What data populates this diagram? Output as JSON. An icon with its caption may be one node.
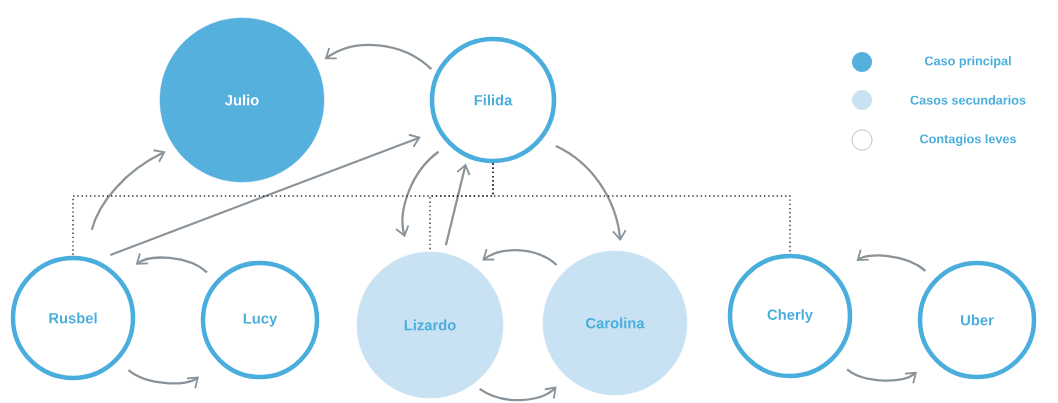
{
  "diagram": {
    "nodes": [
      {
        "text": [
          "Julio"
        ]
      },
      {
        "text": [
          "Filida"
        ]
      },
      {
        "text": [
          "Rusbel"
        ]
      },
      {
        "text": [
          "Lucy"
        ]
      },
      {
        "text": [
          "Lizardo"
        ]
      },
      {
        "text": [
          "Carolina"
        ]
      },
      {
        "text": [
          "Cherly"
        ]
      },
      {
        "text": [
          "Uber"
        ]
      }
    ],
    "edges": [
      {
        "from": 1,
        "to": 0,
        "arrow": "to"
      },
      {
        "from": 2,
        "to": 0,
        "arrow": "to"
      },
      {
        "from": 2,
        "to": 1,
        "arrow": "to"
      },
      {
        "from": 1,
        "to": 4,
        "arrow": "to"
      },
      {
        "from": 4,
        "to": 1,
        "arrow": "to"
      },
      {
        "from": 1,
        "to": 5,
        "arrow": "to"
      },
      {
        "from": 3,
        "to": 2,
        "arrow": "to"
      },
      {
        "from": 2,
        "to": 3,
        "arrow": "to"
      },
      {
        "from": 5,
        "to": 4,
        "arrow": "to"
      },
      {
        "from": 4,
        "to": 5,
        "arrow": "to"
      },
      {
        "from": 7,
        "to": 6,
        "arrow": "to"
      },
      {
        "from": 6,
        "to": 7,
        "arrow": "to"
      },
      {
        "from": 1,
        "to": 2,
        "arrow": "none",
        "style": "dashed",
        "color": "#333333"
      },
      {
        "from": 1,
        "to": 4,
        "arrow": "none",
        "style": "dashed",
        "color": "#333333"
      },
      {
        "from": 1,
        "to": 6,
        "arrow": "none",
        "style": "dashed",
        "color": "#333333"
      }
    ],
    "legend": [
      {
        "text": "Caso principal",
        "color": "#56b0de"
      },
      {
        "text": "Casos secundarios",
        "color": "#c8e1f3"
      },
      {
        "text": "Contagios leves"
      }
    ]
  }
}
